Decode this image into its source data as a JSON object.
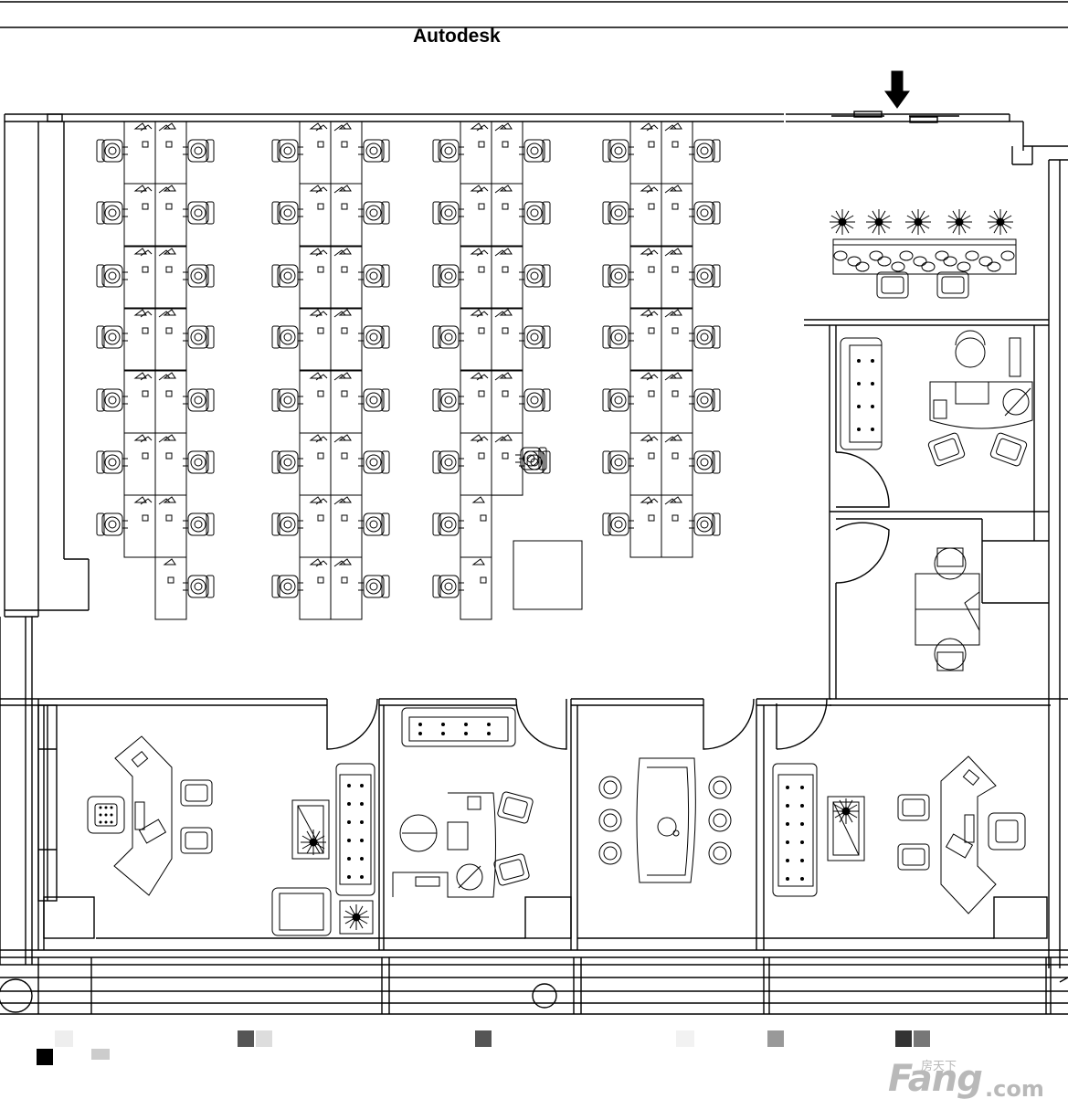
{
  "drawing": {
    "title": "Autodesk",
    "watermark": {
      "brand": "Fang",
      "suffix": ".com",
      "cn": "房天下"
    },
    "colors": {
      "line": "#000000",
      "background": "#ffffff",
      "watermark": "#b9b9b9"
    }
  },
  "areas": {
    "open_office": {
      "workstation_clusters": 4,
      "rows_per_cluster": [
        8,
        8,
        8,
        7
      ]
    },
    "offices": [
      "manager-office-left",
      "office-with-sofa",
      "meeting-room",
      "manager-office-right"
    ],
    "reception": {
      "plants": 5,
      "chairs": 2
    }
  },
  "icons": [
    "entrance-arrow-icon",
    "chair-icon",
    "plant-icon",
    "sofa-icon",
    "phone-icon",
    "lamp-icon",
    "column-icon"
  ]
}
